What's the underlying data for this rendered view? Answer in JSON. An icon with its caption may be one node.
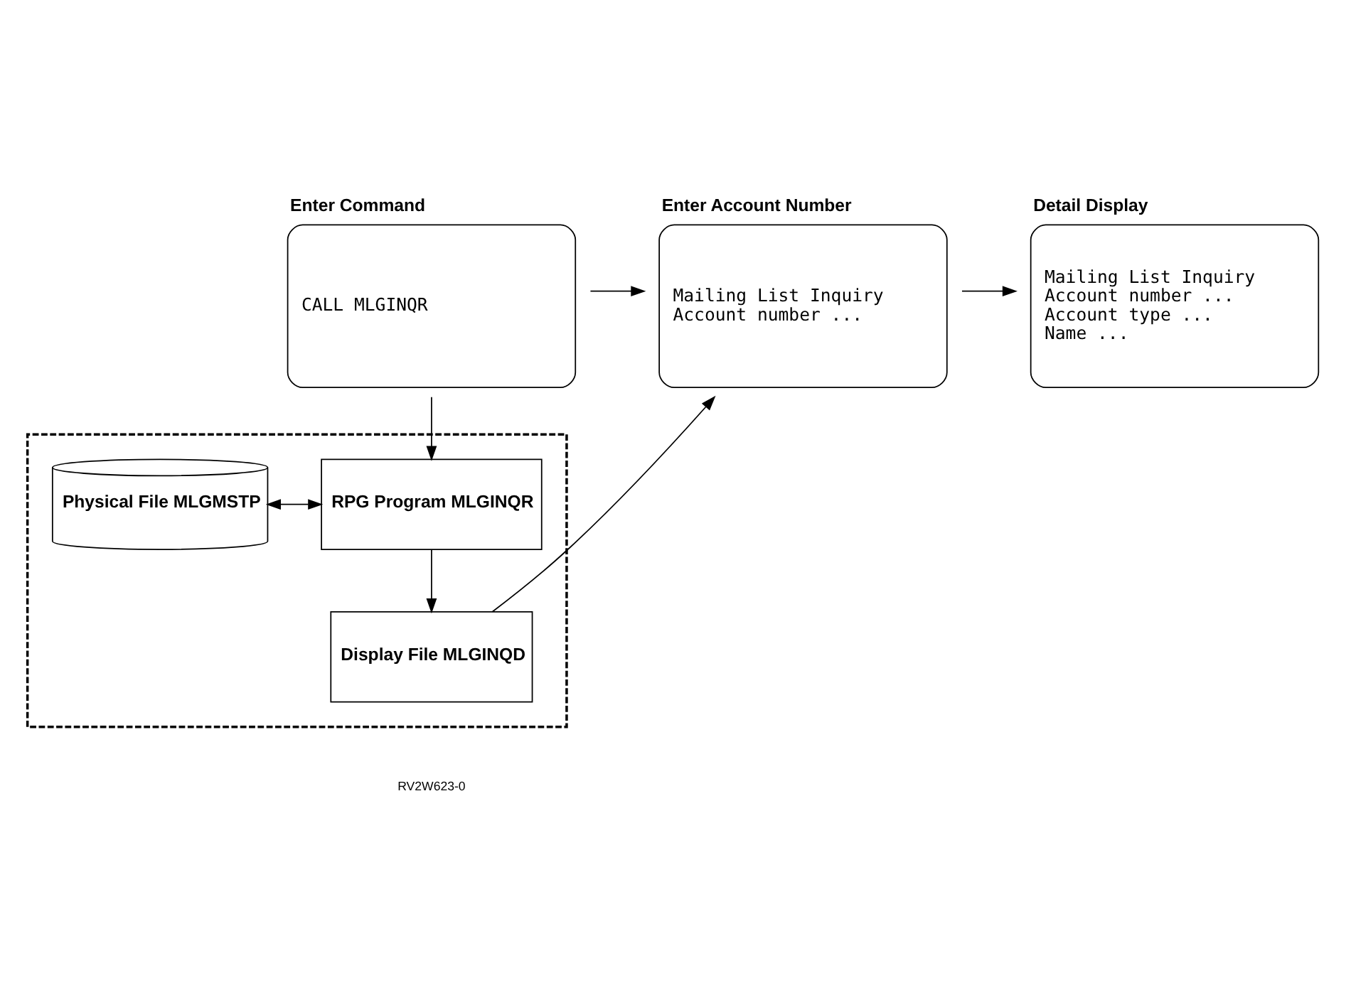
{
  "diagram": {
    "nodes": [
      {
        "text": [
          "Enter Command",
          "CALL MLGINQR"
        ]
      },
      {
        "text": [
          "Enter Account Number",
          "Mailing List Inquiry",
          "Account number ..."
        ]
      },
      {
        "text": [
          "Detail Display",
          "Mailing List Inquiry",
          "Account number ...",
          "Account type ...",
          "Name ..."
        ]
      },
      {
        "text": [],
        "shape": "box"
      },
      {
        "text": [
          "Physical File MLGMSTP"
        ],
        "in": 3
      },
      {
        "text": [
          "RPG Program MLGINQR"
        ],
        "in": 3
      },
      {
        "text": [
          "Display File MLGINQD"
        ],
        "in": 3
      }
    ],
    "edges": [
      {
        "from": 0,
        "to": 1,
        "arrow": "to"
      },
      {
        "from": 1,
        "to": 2,
        "arrow": "to"
      },
      {
        "from": 0,
        "to": 5,
        "arrow": "to"
      },
      {
        "from": 4,
        "to": 5,
        "arrow": "both"
      },
      {
        "from": 5,
        "to": 6,
        "arrow": "to"
      },
      {
        "from": 6,
        "to": 1,
        "arrow": "to"
      }
    ],
    "labels": [
      "RV2W623-0"
    ]
  }
}
